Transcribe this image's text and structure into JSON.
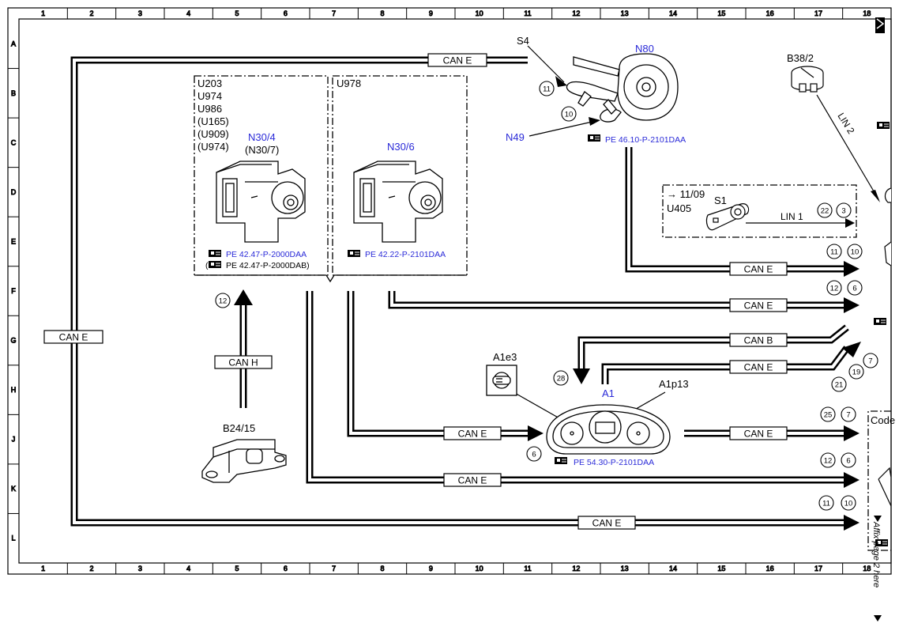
{
  "grid": {
    "columns": [
      "1",
      "2",
      "3",
      "4",
      "5",
      "6",
      "7",
      "8",
      "9",
      "10",
      "11",
      "12",
      "13",
      "14",
      "15",
      "16",
      "17",
      "18"
    ],
    "rows": [
      "A",
      "B",
      "C",
      "D",
      "E",
      "F",
      "G",
      "H",
      "J",
      "K",
      "L"
    ]
  },
  "colors": {
    "line": "#000000",
    "accent": "#2a2ad8",
    "background": "#ffffff"
  },
  "buses": {
    "can_e": "CAN E",
    "can_h": "CAN H",
    "can_b": "CAN B",
    "lin_1": "LIN 1",
    "lin_2": "LIN 2"
  },
  "components": {
    "n80": "N80",
    "s4": "S4",
    "n49": "N49",
    "b38_2": "B38/2",
    "n30_4": "N30/4",
    "n30_7": "(N30/7)",
    "n30_6": "N30/6",
    "u978": "U978",
    "s1": "S1",
    "a1": "A1",
    "a1e3": "A1e3",
    "a1p13": "A1p13",
    "b24_15": "B24/15"
  },
  "variant_codes": {
    "left_box": [
      "U203",
      "U974",
      "U986",
      "(U165)",
      "(U909)",
      "(U974)"
    ],
    "s1_box_date": "→ 11/09",
    "s1_box_code": "U405"
  },
  "references": {
    "n80": "PE 46.10-P-2101DAA",
    "n30_4_a": "PE 42.47-P-2000DAA",
    "n30_4_b": "PE 42.47-P-2000DAB)",
    "n30_4_b_prefix": "(",
    "n30_6": "PE 42.22-P-2101DAA",
    "a1": "PE 54.30-P-2101DAA"
  },
  "pin_circles": {
    "s4_11": "11",
    "n49_10": "10",
    "lin1_22": "22",
    "lin1_3": "3",
    "n80_11": "11",
    "n80_10": "10",
    "u978_12": "12",
    "u978_6": "6",
    "can_h_12": "12",
    "can_b_28": "28",
    "can_e_7": "7",
    "can_e_19": "19",
    "can_e_21": "21",
    "a1_25": "25",
    "a1_7": "7",
    "a1_6": "6",
    "bottom1_12": "12",
    "bottom1_6": "6",
    "bottom2_11": "11",
    "bottom2_10": "10"
  },
  "edge_texts": {
    "code_label": "Code",
    "continue_note": "Affix page 2 here"
  },
  "icons": [
    "reference-hand-icon",
    "arrow-head-icon",
    "corner-tab-icon"
  ]
}
